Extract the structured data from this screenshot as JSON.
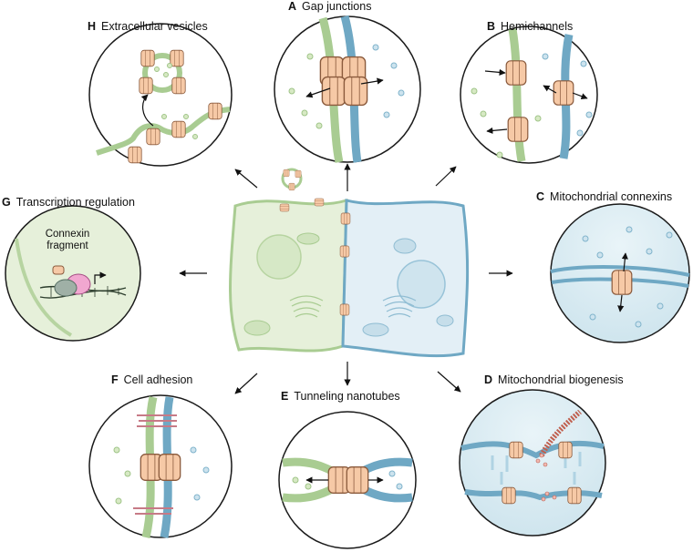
{
  "panels": [
    {
      "letter": "A",
      "title": "Gap junctions"
    },
    {
      "letter": "B",
      "title": "Hemichannels"
    },
    {
      "letter": "C",
      "title": "Mitochondrial connexins"
    },
    {
      "letter": "D",
      "title": "Mitochondrial biogenesis"
    },
    {
      "letter": "E",
      "title": "Tunneling nanotubes"
    },
    {
      "letter": "F",
      "title": "Cell adhesion"
    },
    {
      "letter": "G",
      "title": "Transcription regulation"
    },
    {
      "letter": "H",
      "title": "Extracellular vesicles"
    }
  ],
  "inset_g": {
    "connexin_label_1": "Connexin",
    "connexin_label_2": "fragment"
  },
  "colors": {
    "green_cell_fill": "#e6f0da",
    "green_membrane": "#a9cc92",
    "blue_cell_fill": "#e3eff6",
    "blue_membrane": "#6fa8c4",
    "connexin": "#f6c9a6",
    "connexin_stroke": "#8a5a3c",
    "adhesion": "#c77a86"
  }
}
